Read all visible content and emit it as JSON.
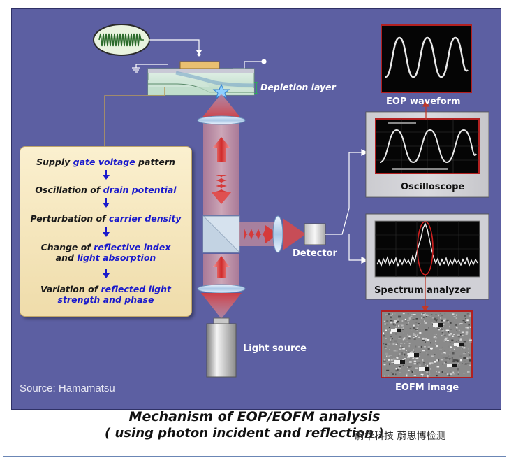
{
  "labels": {
    "depletion_layer": "Depletion layer",
    "detector": "Detector",
    "light_source": "Light source",
    "eop_waveform": "EOP waveform",
    "oscilloscope": "Oscilloscope",
    "spectrum_analyzer": "Spectrum analyzer",
    "eofm_image": "EOFM image",
    "source": "Source:  Hamamatsu"
  },
  "steps": [
    {
      "pre": "Supply ",
      "hl": "gate voltage",
      "post": " pattern",
      "line2": ""
    },
    {
      "pre": "Oscillation of ",
      "hl": "drain potential",
      "post": "",
      "line2": ""
    },
    {
      "pre": "Perturbation of ",
      "hl": "carrier density",
      "post": "",
      "line2": ""
    },
    {
      "pre": "Change of ",
      "hl": "reflective index",
      "post": "",
      "line2pre": "and ",
      "line2hl": "light absorption"
    },
    {
      "pre": "Variation of ",
      "hl": "reflected light",
      "post": "",
      "line2pre": "",
      "line2hl": "strength and phase"
    }
  ],
  "caption": {
    "line1": "Mechanism of EOP/EOFM analysis",
    "line2": "( using photon incident and reflection )"
  },
  "watermark": "蔚华科技 蔚思博检测",
  "colors": {
    "panel": "#5c5fa2",
    "beam": "#e0484a",
    "highlight_text": "#1a1acc",
    "screen_border": "#b22020",
    "connector": "#c0392b"
  }
}
